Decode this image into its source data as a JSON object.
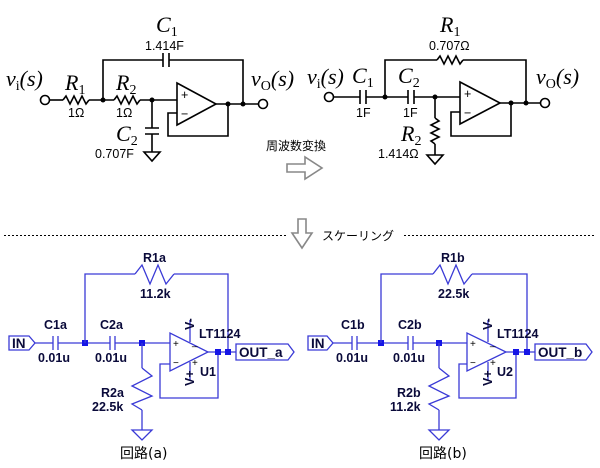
{
  "top_left": {
    "vin_label": "v",
    "vin_sub": "i",
    "vin_arg": "(s)",
    "vout_label": "v",
    "vout_sub": "O",
    "vout_arg": "(s)",
    "r1": {
      "name": "R",
      "sub": "1",
      "value": "1Ω"
    },
    "r2": {
      "name": "R",
      "sub": "2",
      "value": "1Ω"
    },
    "c1": {
      "name": "C",
      "sub": "1",
      "value": "1.414F"
    },
    "c2": {
      "name": "C",
      "sub": "2",
      "value": "0.707F"
    },
    "opamp_plus": "+",
    "opamp_minus": "−"
  },
  "top_right": {
    "vin_label": "v",
    "vin_sub": "i",
    "vin_arg": "(s)",
    "vout_label": "v",
    "vout_sub": "O",
    "vout_arg": "(s)",
    "r1": {
      "name": "R",
      "sub": "1",
      "value": "0.707Ω"
    },
    "r2": {
      "name": "R",
      "sub": "2",
      "value": "1.414Ω"
    },
    "c1": {
      "name": "C",
      "sub": "1",
      "value": "1F"
    },
    "c2": {
      "name": "C",
      "sub": "2",
      "value": "1F"
    },
    "opamp_plus": "+",
    "opamp_minus": "−"
  },
  "transform_label": "周波数変換",
  "scaling_label": "スケーリング",
  "circuit_a": {
    "caption": "回路(a)",
    "input_flag": "IN",
    "output_flag": "OUT_a",
    "c1": {
      "name": "C1a",
      "value": "0.01u"
    },
    "c2": {
      "name": "C2a",
      "value": "0.01u"
    },
    "r1": {
      "name": "R1a",
      "value": "11.2k"
    },
    "r2": {
      "name": "R2a",
      "value": "22.5k"
    },
    "opamp_model": "LT1124",
    "opamp_ref": "U1",
    "vneg": "V-",
    "vpos": "V+",
    "plus": "+",
    "minus": "−"
  },
  "circuit_b": {
    "caption": "回路(b)",
    "input_flag": "IN",
    "output_flag": "OUT_b",
    "c1": {
      "name": "C1b",
      "value": "0.01u"
    },
    "c2": {
      "name": "C2b",
      "value": "0.01u"
    },
    "r1": {
      "name": "R1b",
      "value": "22.5k"
    },
    "r2": {
      "name": "R2b",
      "value": "11.2k"
    },
    "opamp_model": "LT1124",
    "opamp_ref": "U2",
    "vneg": "V-",
    "vpos": "V+",
    "plus": "+",
    "minus": "−"
  },
  "colors": {
    "schematic_wire": "#3a3ad6",
    "schematic_node": "#1515e6",
    "arrow_stroke": "#888888"
  }
}
